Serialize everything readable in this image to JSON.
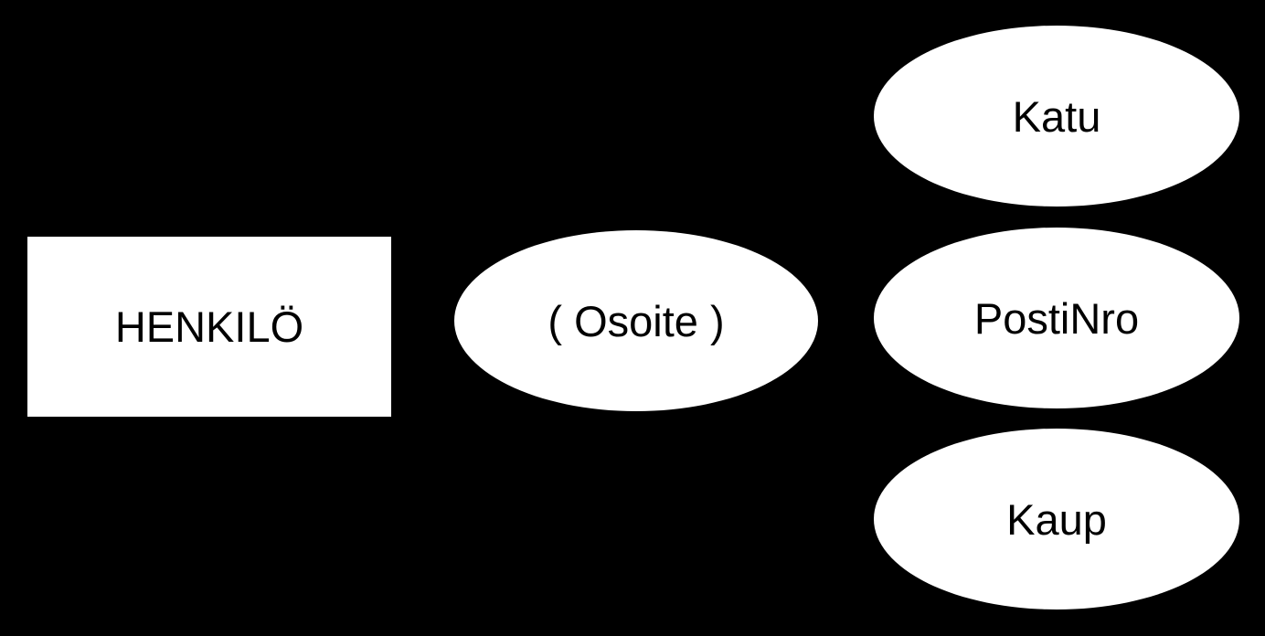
{
  "diagram": {
    "type": "er-diagram",
    "background_color": "#000000",
    "node_fill_color": "#ffffff",
    "node_text_color": "#000000",
    "nodes": [
      {
        "id": "henkilo",
        "label": "HENKILÖ",
        "shape": "rectangle",
        "role": "entity"
      },
      {
        "id": "osoite",
        "label": "( Osoite )",
        "shape": "ellipse",
        "role": "composite-attribute"
      },
      {
        "id": "katu",
        "label": "Katu",
        "shape": "ellipse",
        "role": "attribute"
      },
      {
        "id": "postinro",
        "label": "PostiNro",
        "shape": "ellipse",
        "role": "attribute"
      },
      {
        "id": "kaup",
        "label": "Kaup",
        "shape": "ellipse",
        "role": "attribute"
      }
    ]
  }
}
